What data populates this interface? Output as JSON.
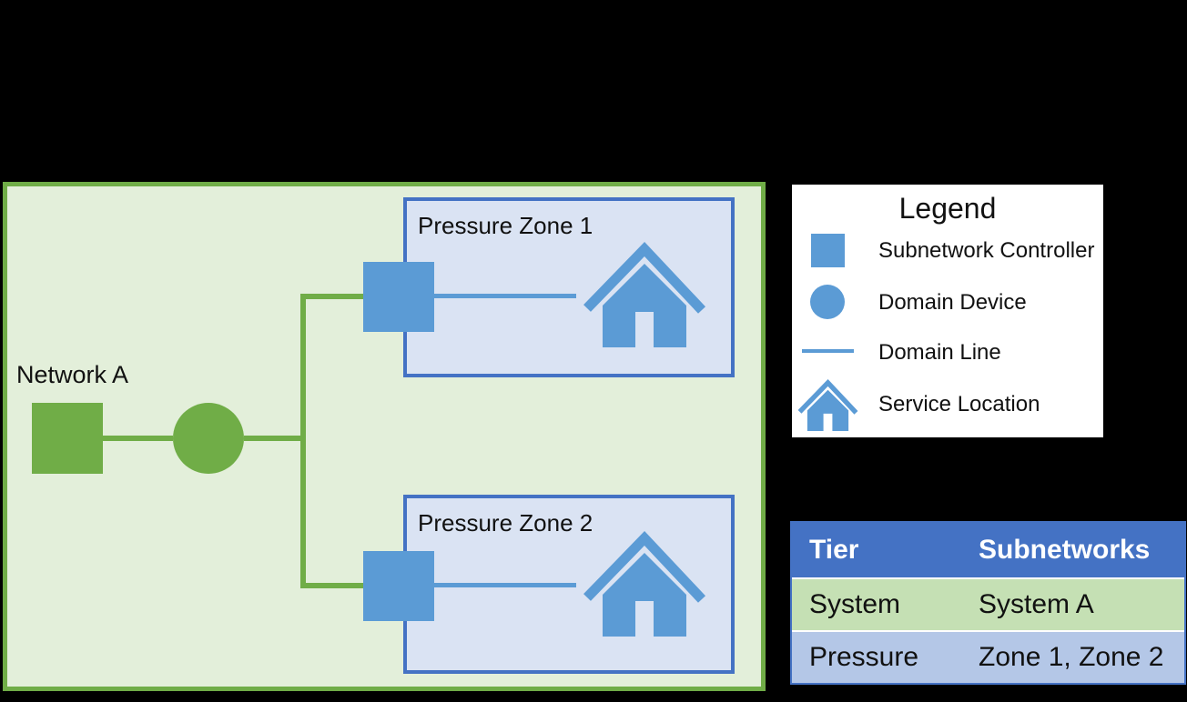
{
  "diagram": {
    "network_label": "Network A",
    "zones": [
      {
        "label": "Pressure Zone 1"
      },
      {
        "label": "Pressure Zone 2"
      }
    ]
  },
  "legend": {
    "title": "Legend",
    "items": [
      {
        "icon": "square-icon",
        "label": "Subnetwork Controller"
      },
      {
        "icon": "circle-icon",
        "label": "Domain Device"
      },
      {
        "icon": "line-icon",
        "label": "Domain Line"
      },
      {
        "icon": "house-icon",
        "label": "Service Location"
      }
    ]
  },
  "table": {
    "headers": [
      "Tier",
      "Subnetworks"
    ],
    "rows": [
      [
        "System",
        "System A"
      ],
      [
        "Pressure",
        "Zone 1, Zone 2"
      ]
    ]
  },
  "colors": {
    "background": "#000000",
    "network_fill": "#E3EFDA",
    "network_accent": "#70AD47",
    "subnetwork_accent": "#5B9BD5",
    "zone_fill": "#DAE3F3",
    "zone_border": "#4472C4",
    "table_header": "#4472C4",
    "table_row_system": "#C5E0B4",
    "table_row_pressure": "#B4C7E7"
  }
}
